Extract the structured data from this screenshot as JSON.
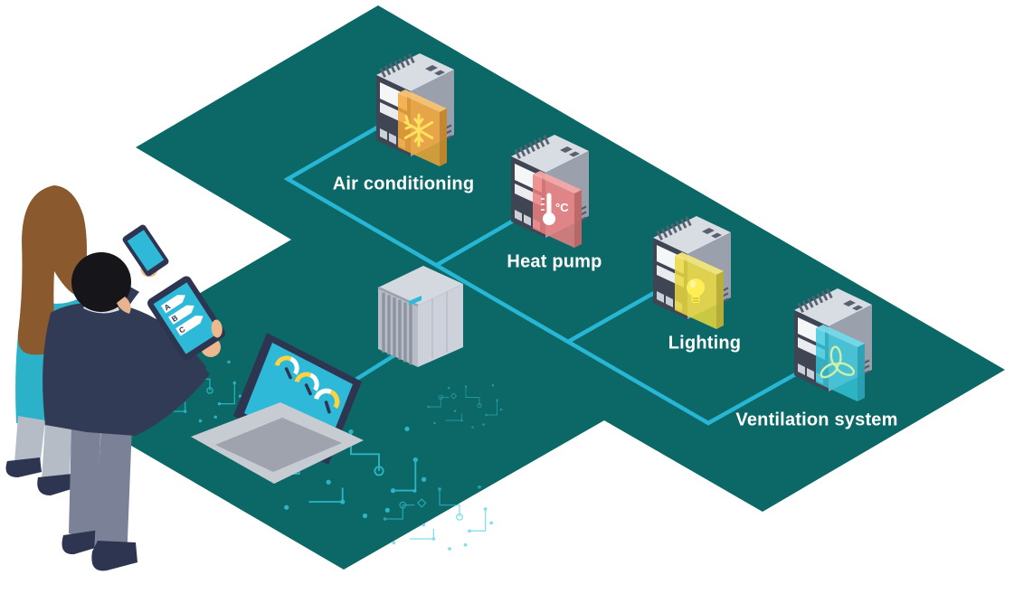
{
  "scene": {
    "background_color": "#ffffff",
    "floor_color": "#0c6767",
    "line_color": "#27b6d4",
    "screen_color": "#2fb9d9",
    "accent_dark": "#2e3550"
  },
  "nodes": [
    {
      "label": "Air conditioning",
      "icon": "snowflake-icon",
      "card_color": "#f2a636"
    },
    {
      "label": "Heat pump",
      "icon": "thermometer-icon",
      "card_color": "#ec8080",
      "unit_text": "°C"
    },
    {
      "label": "Lighting",
      "icon": "lightbulb-icon",
      "card_color": "#ead940"
    },
    {
      "label": "Ventilation system",
      "icon": "fan-icon",
      "card_color": "#35c8dd"
    }
  ],
  "tablet": {
    "ratings": [
      "A",
      "B",
      "C"
    ]
  },
  "laptop": {
    "gauge_count": 3
  }
}
